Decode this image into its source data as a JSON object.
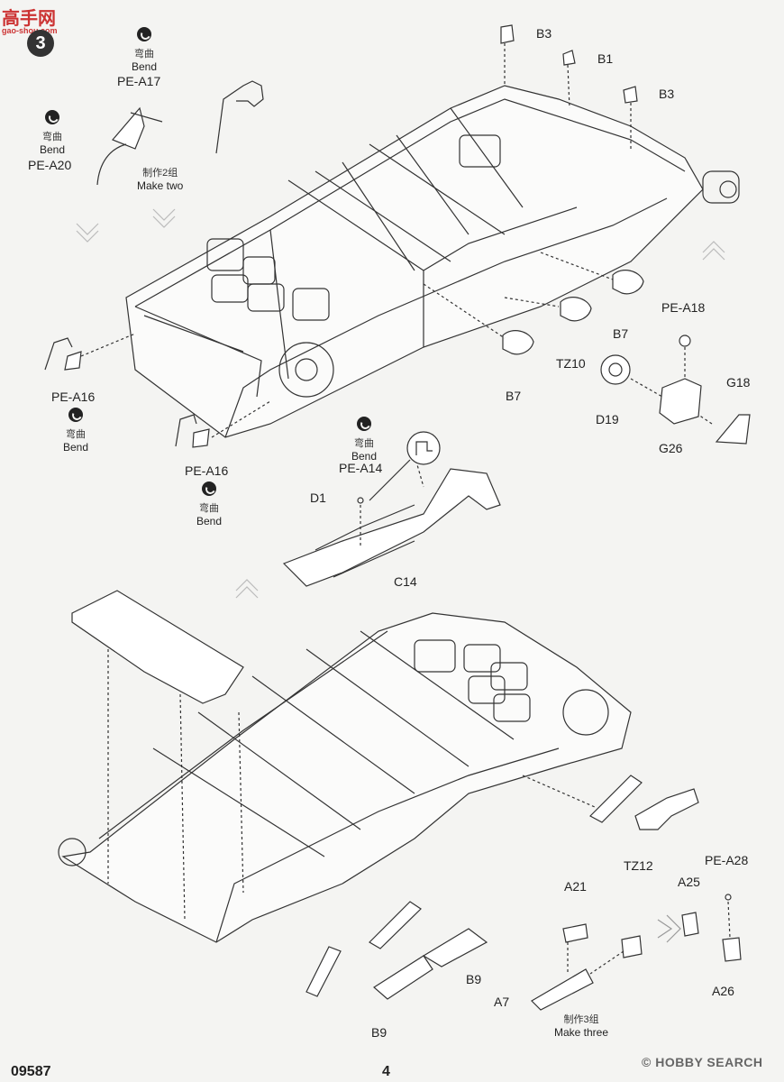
{
  "watermark": {
    "logo_text": "高手网",
    "url_text": "gao-shou.com"
  },
  "step_number": "3",
  "bend": {
    "cn": "弯曲",
    "en": "Bend"
  },
  "make_two": {
    "cn": "制作2组",
    "en": "Make two"
  },
  "make_three": {
    "cn": "制作3组",
    "en": "Make three"
  },
  "parts": {
    "pe_a17": "PE-A17",
    "pe_a20": "PE-A20",
    "pe_a16_left": "PE-A16",
    "pe_a16_bottom": "PE-A16",
    "pe_a14": "PE-A14",
    "pe_a18": "PE-A18",
    "pe_a28": "PE-A28",
    "b3_top": "B3",
    "b1": "B1",
    "b3_right": "B3",
    "b7_right": "B7",
    "b7_left": "B7",
    "tz10": "TZ10",
    "d19": "D19",
    "g26": "G26",
    "g18": "G18",
    "d1": "D1",
    "c14": "C14",
    "tz12": "TZ12",
    "a21": "A21",
    "a25": "A25",
    "a26": "A26",
    "a7": "A7",
    "b9_right": "B9",
    "b9_bottom": "B9"
  },
  "footer": {
    "code": "09587",
    "page": "4",
    "brand": "HOBBY SEARCH",
    "brand_mark": "©"
  }
}
